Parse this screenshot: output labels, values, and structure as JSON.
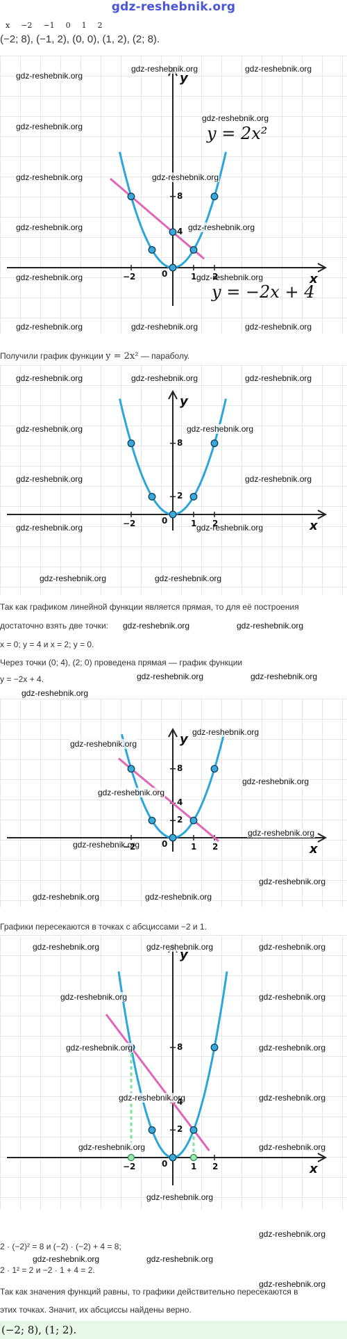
{
  "site_title": "gdz-reshebnik.org",
  "watermark": "gdz-reshebnik.org",
  "table_row": [
    "x",
    "−2",
    "−1",
    "0",
    "1",
    "2"
  ],
  "points_line": "(−2; 8), (−1, 2), (0, 0), (1, 2), (2; 8).",
  "formula_parabola": "y = 2x²",
  "formula_line": "y = −2x + 4",
  "axis_x": "x",
  "axis_y": "y",
  "tick_labels": {
    "m2": "−2",
    "zero": "0",
    "one": "1",
    "two": "2",
    "y2": "2",
    "y4": "4",
    "y8": "8"
  },
  "text": {
    "got_parabola_a": "Получили график функции ",
    "got_parabola_m": "y = 2x²",
    "got_parabola_b": " — параболу.",
    "linear_1": "Так как графиком линейной функции является прямая, то для её построения",
    "linear_2": "достаточно взять две точки:",
    "linear_3": "x = 0;  y = 4 и x = 2;  y = 0.",
    "through_1": "Через точки (0; 4), (2; 0) проведена прямая — график функции",
    "through_2": "y = −2x + 4.",
    "intersect": "Графики пересекаются в точках с абсциссами −2 и 1.",
    "check_1": "2 · (−2)² = 8 и (−2) · (−2) + 4 = 8;",
    "check_2": "2 · 1² = 2 и −2 · 1 + 4 = 2.",
    "verified_1": "Так как значения функций равны, то графики действительно пересекаются в",
    "verified_2": "этих точках. Значит, их абсциссы найдены верно.",
    "answer": "(−2; 8), (1; 2)."
  },
  "colors": {
    "parabola": "#2aa6d8",
    "line": "#e066b8",
    "point_fill": "#3aa8d8",
    "answer_bg": "#e7f7ea",
    "title": "#4a55d6"
  }
}
